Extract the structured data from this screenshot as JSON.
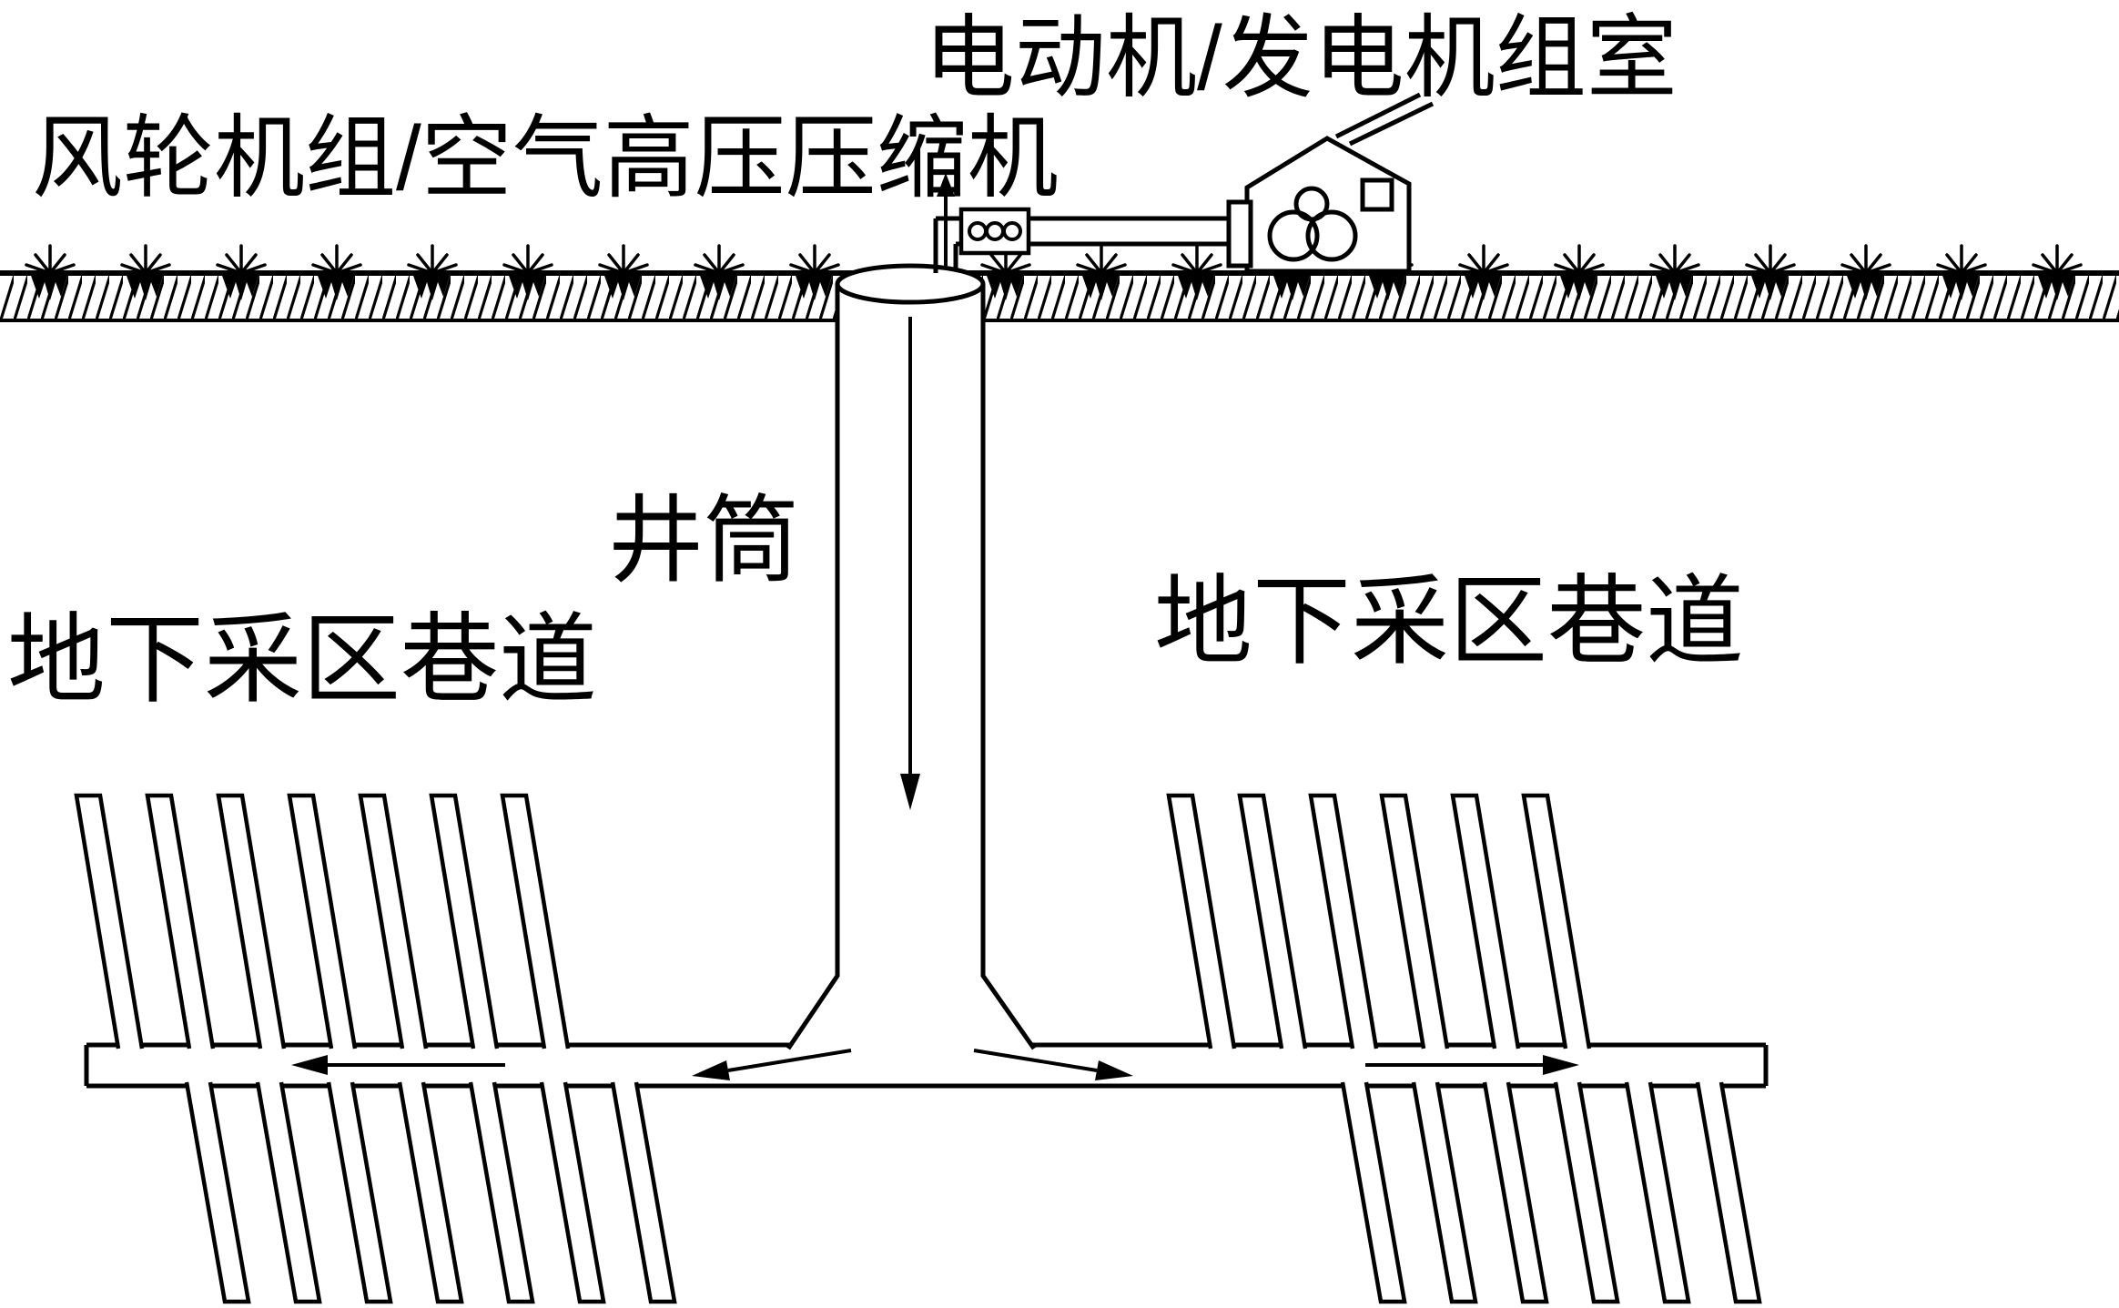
{
  "diagram": {
    "kind": "underground-mine-compressed-air-energy-storage-schematic",
    "labels": {
      "generator_room": "电动机/发电机组室",
      "turbine_compressor": "风轮机组/空气高压压缩机",
      "shaft": "井筒",
      "tunnel_left": "地下采区巷道",
      "tunnel_right": "地下采区巷道"
    },
    "colors": {
      "ink": "#000000",
      "paper": "#ffffff"
    }
  }
}
